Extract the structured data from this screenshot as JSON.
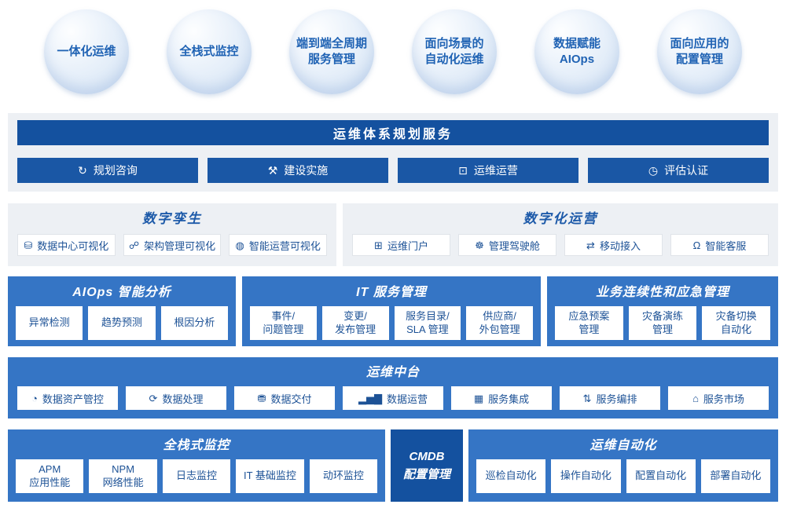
{
  "badges": [
    {
      "label": "一体化运维"
    },
    {
      "label": "全栈式监控"
    },
    {
      "label": "端到端全周期\n服务管理"
    },
    {
      "label": "面向场景的\n自动化运维"
    },
    {
      "label": "数据赋能\nAIOps"
    },
    {
      "label": "面向应用的\n配置管理"
    }
  ],
  "planning": {
    "title": "运维体系规划服务",
    "items": [
      {
        "icon": "↻",
        "label": "规划咨询"
      },
      {
        "icon": "⚒",
        "label": "建设实施"
      },
      {
        "icon": "⊡",
        "label": "运维运营"
      },
      {
        "icon": "◷",
        "label": "评估认证"
      }
    ]
  },
  "digital_twin": {
    "title": "数字孪生",
    "items": [
      {
        "icon": "⛁",
        "label": "数据中心可视化"
      },
      {
        "icon": "☍",
        "label": "架构管理可视化"
      },
      {
        "icon": "◍",
        "label": "智能运营可视化"
      }
    ]
  },
  "digital_operation": {
    "title": "数字化运营",
    "items": [
      {
        "icon": "⊞",
        "label": "运维门户"
      },
      {
        "icon": "☸",
        "label": "管理驾驶舱"
      },
      {
        "icon": "⇄",
        "label": "移动接入"
      },
      {
        "icon": "Ω",
        "label": "智能客服"
      }
    ]
  },
  "aiops": {
    "title": "AIOps 智能分析",
    "items": [
      {
        "label": "异常检测"
      },
      {
        "label": "趋势预测"
      },
      {
        "label": "根因分析"
      }
    ]
  },
  "itsm": {
    "title": "IT 服务管理",
    "items": [
      {
        "label": "事件/\n问题管理"
      },
      {
        "label": "变更/\n发布管理"
      },
      {
        "label": "服务目录/\nSLA 管理"
      },
      {
        "label": "供应商/\n外包管理"
      }
    ]
  },
  "bcm": {
    "title": "业务连续性和应急管理",
    "items": [
      {
        "label": "应急预案\n管理"
      },
      {
        "label": "灾备演练\n管理"
      },
      {
        "label": "灾备切换\n自动化"
      }
    ]
  },
  "middle_platform": {
    "title": "运维中台",
    "items": [
      {
        "icon": "◔",
        "label": "数据资产管控"
      },
      {
        "icon": "⟳",
        "label": "数据处理"
      },
      {
        "icon": "⛃",
        "label": "数据交付"
      },
      {
        "icon": "▂▅▇",
        "label": "数据运营"
      },
      {
        "icon": "▦",
        "label": "服务集成"
      },
      {
        "icon": "⇅",
        "label": "服务编排"
      },
      {
        "icon": "⌂",
        "label": "服务市场"
      }
    ]
  },
  "monitoring": {
    "title": "全栈式监控",
    "items": [
      {
        "label": "APM\n应用性能"
      },
      {
        "label": "NPM\n网络性能"
      },
      {
        "label": "日志监控"
      },
      {
        "label": "IT 基础监控"
      },
      {
        "label": "动环监控"
      }
    ]
  },
  "cmdb": {
    "title": "CMDB\n配置管理"
  },
  "automation": {
    "title": "运维自动化",
    "items": [
      {
        "label": "巡检自动化"
      },
      {
        "label": "操作自动化"
      },
      {
        "label": "配置自动化"
      },
      {
        "label": "部署自动化"
      }
    ]
  },
  "colors": {
    "dark_blue": "#14519f",
    "medium_blue": "#3575c5",
    "light_gray": "#edf0f4",
    "badge_text": "#2063b4",
    "chip_text": "#1d5296"
  }
}
